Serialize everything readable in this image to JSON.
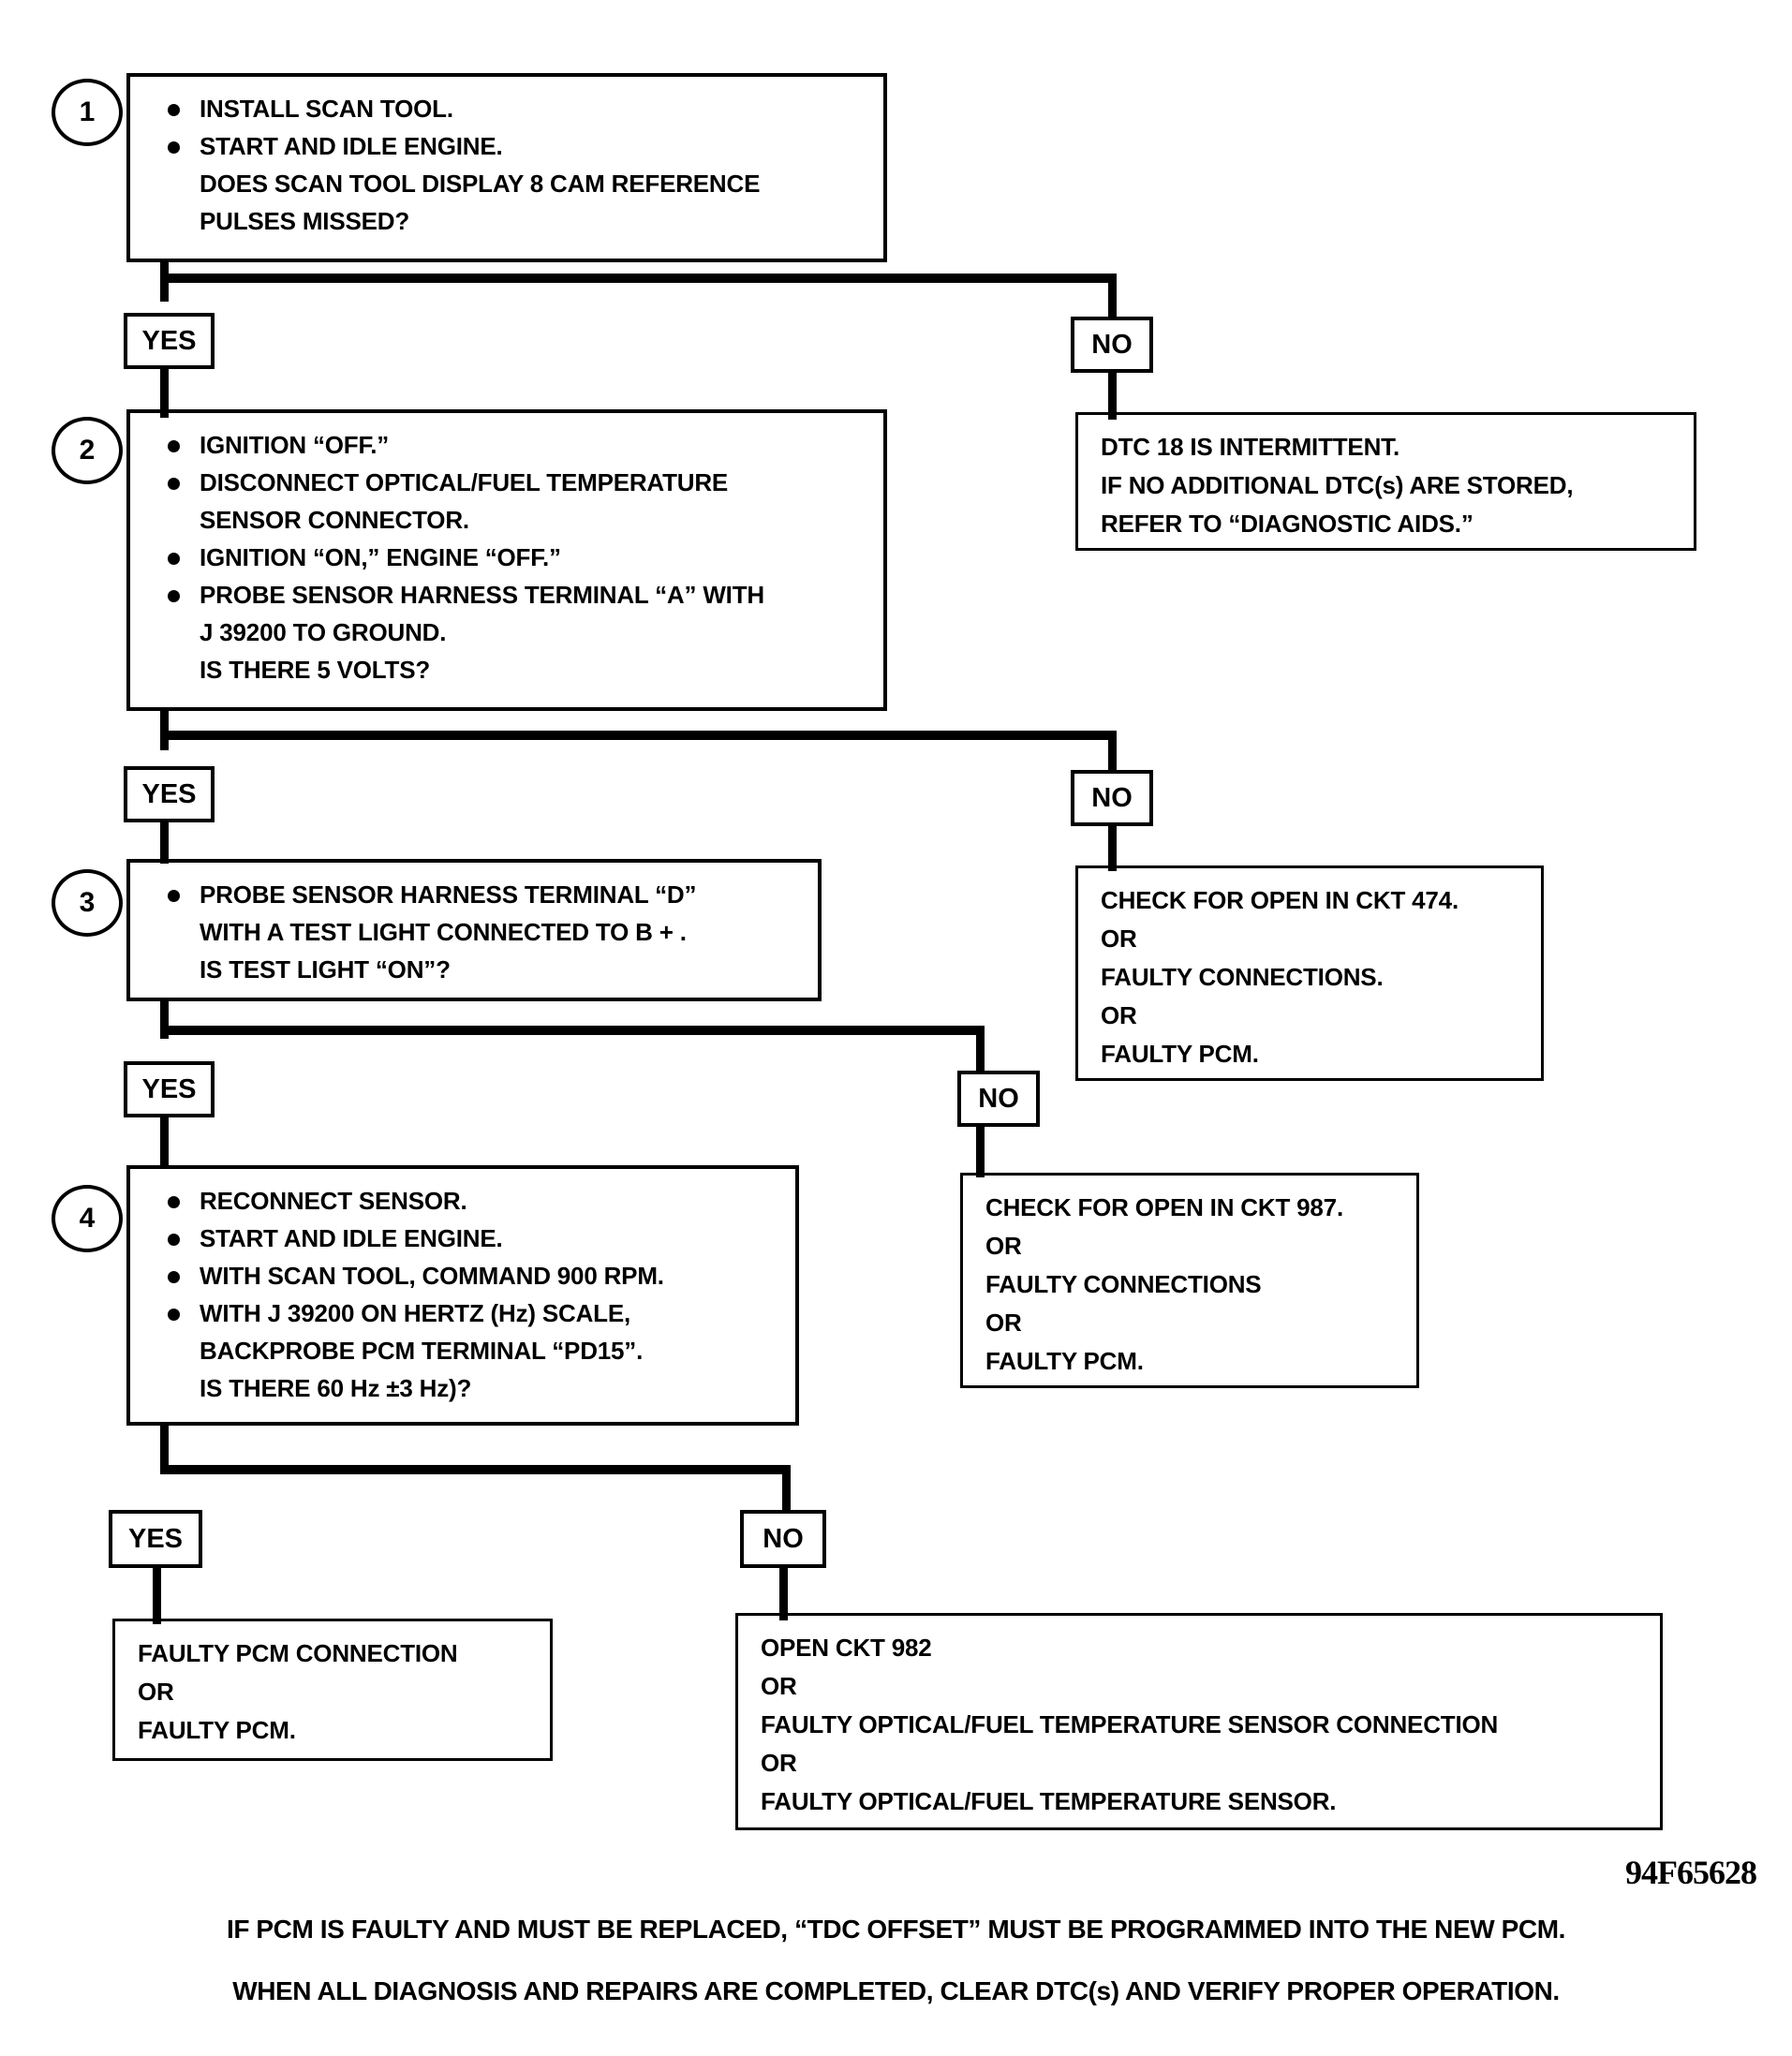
{
  "document": {
    "type": "diagnostic-flowchart",
    "reference_number": "94F65628"
  },
  "steps": [
    {
      "number": "1",
      "lines": [
        {
          "text": "INSTALL SCAN TOOL.",
          "bullet": true
        },
        {
          "text": "START AND IDLE ENGINE.",
          "bullet": true
        },
        {
          "text": "DOES SCAN TOOL DISPLAY 8 CAM REFERENCE",
          "bullet": false
        },
        {
          "text": "PULSES MISSED?",
          "bullet": false
        }
      ]
    },
    {
      "number": "2",
      "lines": [
        {
          "text": "IGNITION “OFF.”",
          "bullet": true
        },
        {
          "text": "DISCONNECT OPTICAL/FUEL TEMPERATURE",
          "bullet": true
        },
        {
          "text": "SENSOR CONNECTOR.",
          "bullet": false
        },
        {
          "text": "IGNITION “ON,” ENGINE “OFF.”",
          "bullet": true
        },
        {
          "text": "PROBE SENSOR HARNESS TERMINAL “A” WITH",
          "bullet": true
        },
        {
          "text": "J 39200 TO GROUND.",
          "bullet": false
        },
        {
          "text": "IS THERE 5 VOLTS?",
          "bullet": false
        }
      ]
    },
    {
      "number": "3",
      "lines": [
        {
          "text": "PROBE SENSOR HARNESS TERMINAL “D”",
          "bullet": true
        },
        {
          "text": "WITH A TEST LIGHT CONNECTED TO B + .",
          "bullet": false
        },
        {
          "text": "IS TEST LIGHT “ON”?",
          "bullet": false
        }
      ]
    },
    {
      "number": "4",
      "lines": [
        {
          "text": "RECONNECT SENSOR.",
          "bullet": true
        },
        {
          "text": "START AND IDLE ENGINE.",
          "bullet": true
        },
        {
          "text": "WITH SCAN TOOL, COMMAND 900 RPM.",
          "bullet": true
        },
        {
          "text": "WITH J 39200 ON HERTZ (Hz) SCALE,",
          "bullet": true
        },
        {
          "text": "BACKPROBE PCM TERMINAL “PD15”.",
          "bullet": false
        },
        {
          "text": "IS THERE 60 Hz ±3 Hz)?",
          "bullet": false
        }
      ]
    }
  ],
  "branch_labels": {
    "yes_1": "YES",
    "no_1": "NO",
    "yes_2": "YES",
    "no_2": "NO",
    "yes_3": "YES",
    "no_3": "NO",
    "yes_4": "YES",
    "no_4": "NO"
  },
  "results": {
    "dtc_intermittent": {
      "lines": [
        "DTC 18 IS INTERMITTENT.",
        "IF NO ADDITIONAL DTC(s) ARE STORED,",
        "REFER TO “DIAGNOSTIC AIDS.”"
      ]
    },
    "ckt_474": {
      "lines": [
        "CHECK FOR OPEN IN CKT 474.",
        "OR",
        "FAULTY CONNECTIONS.",
        "OR",
        "FAULTY PCM."
      ]
    },
    "ckt_987": {
      "lines": [
        "CHECK FOR OPEN IN CKT 987.",
        "OR",
        "FAULTY CONNECTIONS",
        "OR",
        "FAULTY PCM."
      ]
    },
    "faulty_pcm_connection": {
      "lines": [
        "FAULTY PCM CONNECTION",
        "OR",
        "FAULTY PCM."
      ]
    },
    "open_ckt_982": {
      "lines": [
        "OPEN CKT 982",
        "OR",
        "FAULTY OPTICAL/FUEL TEMPERATURE SENSOR CONNECTION",
        "OR",
        "FAULTY OPTICAL/FUEL TEMPERATURE SENSOR."
      ]
    }
  },
  "footer": {
    "line1": "IF PCM IS FAULTY AND MUST BE REPLACED, “TDC OFFSET” MUST BE PROGRAMMED INTO THE NEW PCM.",
    "line2": "WHEN ALL DIAGNOSIS AND REPAIRS ARE COMPLETED, CLEAR DTC(s) AND VERIFY PROPER OPERATION."
  }
}
